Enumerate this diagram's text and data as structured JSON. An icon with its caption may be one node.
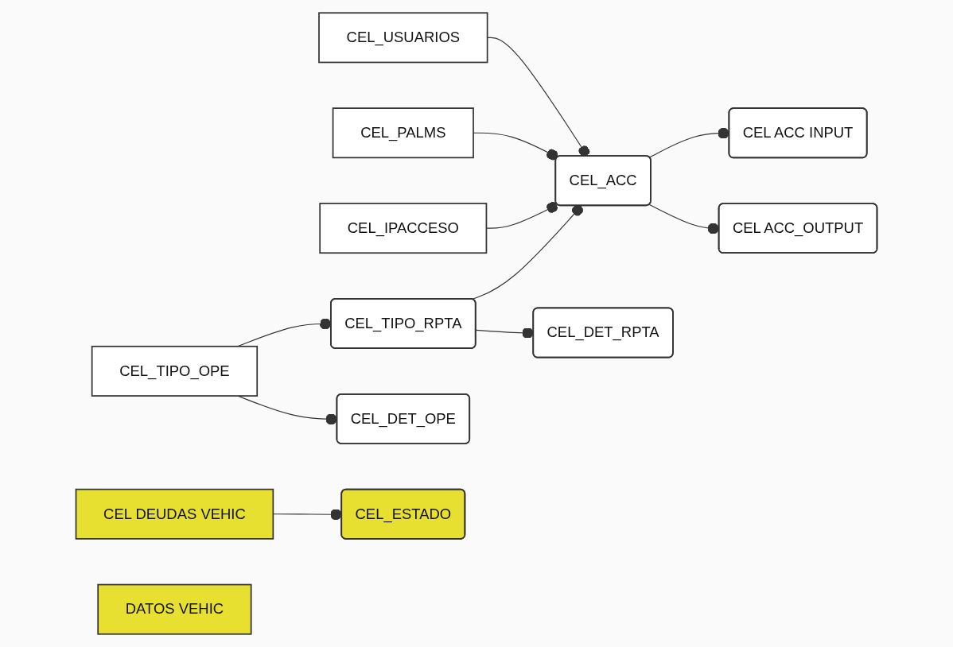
{
  "diagram": {
    "nodes": [
      {
        "text": [
          "CEL_USUARIOS"
        ]
      },
      {
        "text": [
          "CEL_PALMS"
        ]
      },
      {
        "text": [
          "CEL_IPACCESO"
        ]
      },
      {
        "text": [
          "CEL_ACC"
        ]
      },
      {
        "text": [
          "CEL_TIPO_RPTA"
        ]
      },
      {
        "text": [
          "CEL_DET_RPTA"
        ]
      },
      {
        "text": [
          "CEL_TIPO_OPE"
        ]
      },
      {
        "text": [
          "CEL_DET_OPE"
        ]
      },
      {
        "text": [
          "CEL ACC INPUT"
        ]
      },
      {
        "text": [
          "CEL ACC_OUTPUT"
        ]
      },
      {
        "text": [
          "CEL DEUDAS VEHIC"
        ]
      },
      {
        "text": [
          "CEL_ESTADO"
        ]
      },
      {
        "text": [
          "DATOS VEHIC"
        ]
      }
    ],
    "edges": [
      {
        "from": 0,
        "to": 3,
        "arrow": "other"
      },
      {
        "from": 1,
        "to": 3,
        "arrow": "other"
      },
      {
        "from": 2,
        "to": 3,
        "arrow": "other"
      },
      {
        "from": 4,
        "to": 3,
        "arrow": "other"
      },
      {
        "from": 4,
        "to": 5,
        "arrow": "other"
      },
      {
        "from": 6,
        "to": 4,
        "arrow": "other"
      },
      {
        "from": 6,
        "to": 7,
        "arrow": "other"
      },
      {
        "from": 3,
        "to": 8,
        "arrow": "other"
      },
      {
        "from": 3,
        "to": 9,
        "arrow": "other"
      },
      {
        "from": 10,
        "to": 11,
        "arrow": "other"
      }
    ]
  }
}
